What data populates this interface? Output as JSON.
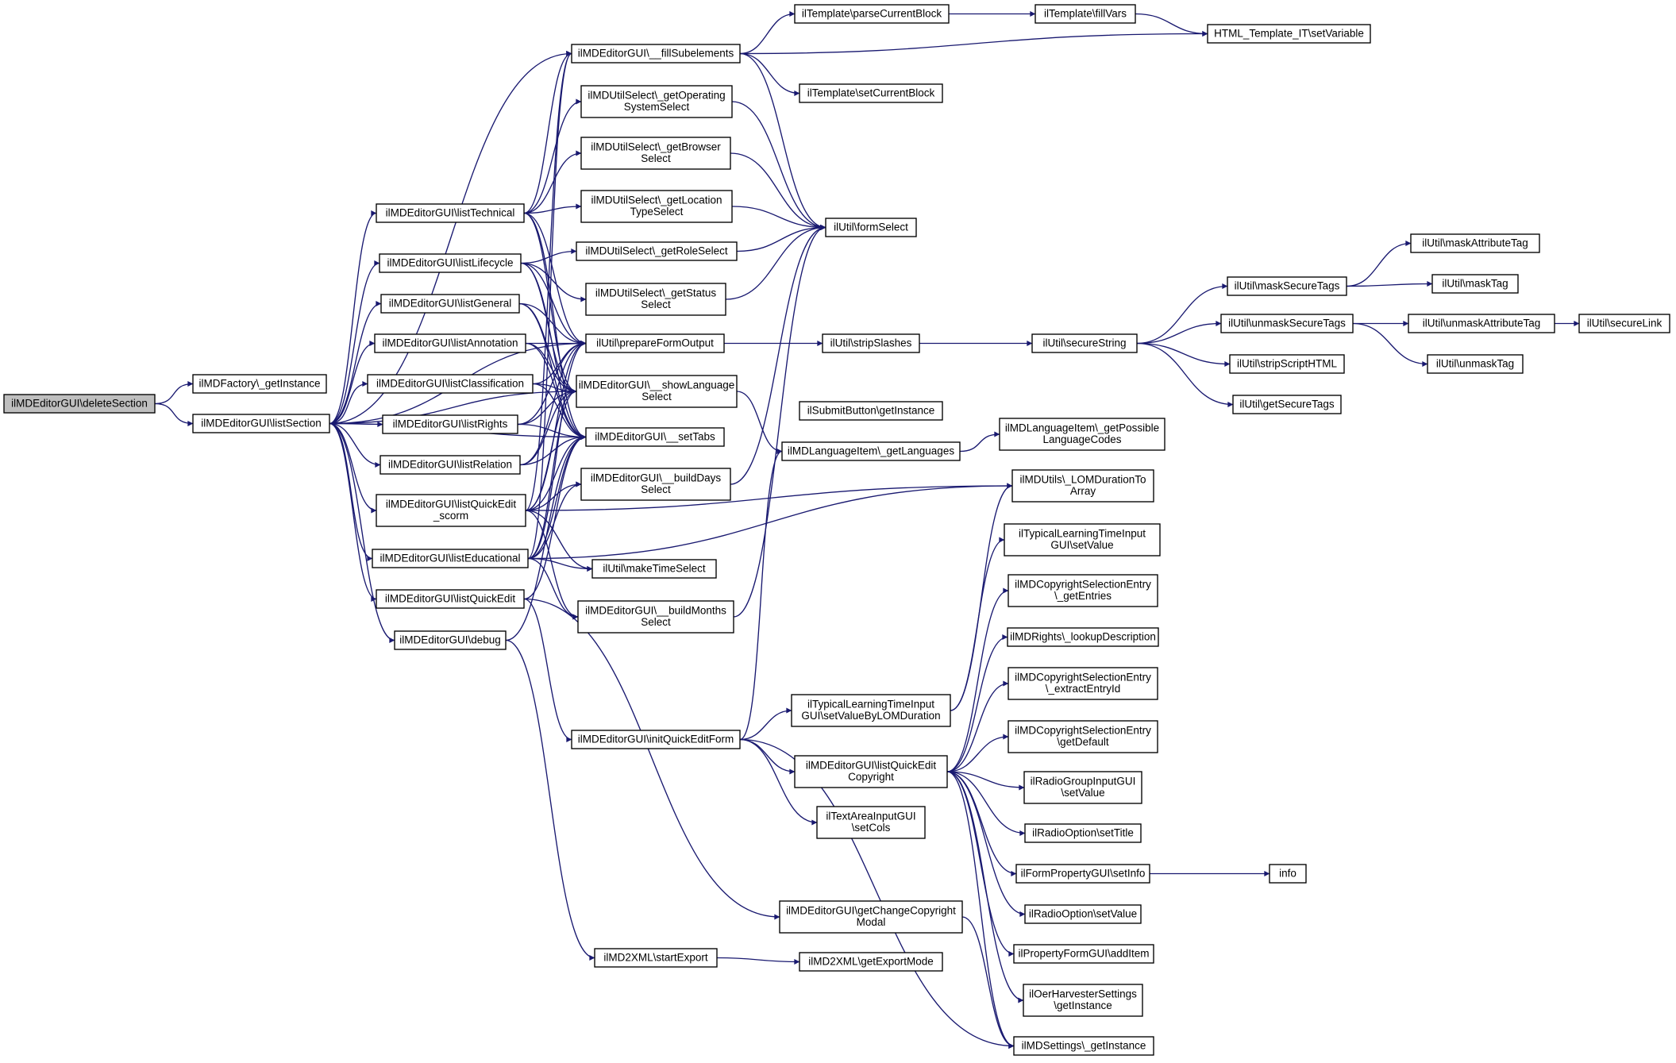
{
  "diagram": {
    "type": "call-graph",
    "root": "delete_section",
    "colors": {
      "edge": "#191970",
      "node_border": "#000000",
      "node_fill": "#ffffff",
      "root_fill": "#bfbfbf",
      "text": "#000000"
    },
    "nodes": [
      {
        "id": "delete_section",
        "lines": [
          "ilMDEditorGUI\\deleteSection"
        ]
      },
      {
        "id": "factory_get_instance",
        "lines": [
          "ilMDFactory\\_getInstance"
        ]
      },
      {
        "id": "list_section",
        "lines": [
          "ilMDEditorGUI\\listSection"
        ]
      },
      {
        "id": "list_technical",
        "lines": [
          "ilMDEditorGUI\\listTechnical"
        ]
      },
      {
        "id": "list_lifecycle",
        "lines": [
          "ilMDEditorGUI\\listLifecycle"
        ]
      },
      {
        "id": "list_general",
        "lines": [
          "ilMDEditorGUI\\listGeneral"
        ]
      },
      {
        "id": "list_annotation",
        "lines": [
          "ilMDEditorGUI\\listAnnotation"
        ]
      },
      {
        "id": "list_classification",
        "lines": [
          "ilMDEditorGUI\\listClassification"
        ]
      },
      {
        "id": "list_rights",
        "lines": [
          "ilMDEditorGUI\\listRights"
        ]
      },
      {
        "id": "list_relation",
        "lines": [
          "ilMDEditorGUI\\listRelation"
        ]
      },
      {
        "id": "list_quick_edit_scorm",
        "lines": [
          "ilMDEditorGUI\\listQuickEdit",
          "_scorm"
        ]
      },
      {
        "id": "list_educational",
        "lines": [
          "ilMDEditorGUI\\listEducational"
        ]
      },
      {
        "id": "list_quick_edit",
        "lines": [
          "ilMDEditorGUI\\listQuickEdit"
        ]
      },
      {
        "id": "debug",
        "lines": [
          "ilMDEditorGUI\\debug"
        ]
      },
      {
        "id": "fill_subelements",
        "lines": [
          "ilMDEditorGUI\\__fillSubelements"
        ]
      },
      {
        "id": "get_os_select",
        "lines": [
          "ilMDUtilSelect\\_getOperating",
          "SystemSelect"
        ]
      },
      {
        "id": "get_browser_select",
        "lines": [
          "ilMDUtilSelect\\_getBrowser",
          "Select"
        ]
      },
      {
        "id": "get_location_select",
        "lines": [
          "ilMDUtilSelect\\_getLocation",
          "TypeSelect"
        ]
      },
      {
        "id": "get_role_select",
        "lines": [
          "ilMDUtilSelect\\_getRoleSelect"
        ]
      },
      {
        "id": "get_status_select",
        "lines": [
          "ilMDUtilSelect\\_getStatus",
          "Select"
        ]
      },
      {
        "id": "prepare_form_output",
        "lines": [
          "ilUtil\\prepareFormOutput"
        ]
      },
      {
        "id": "show_language_select",
        "lines": [
          "ilMDEditorGUI\\__showLanguage",
          "Select"
        ]
      },
      {
        "id": "set_tabs",
        "lines": [
          "ilMDEditorGUI\\__setTabs"
        ]
      },
      {
        "id": "build_days_select",
        "lines": [
          "ilMDEditorGUI\\__buildDays",
          "Select"
        ]
      },
      {
        "id": "make_time_select",
        "lines": [
          "ilUtil\\makeTimeSelect"
        ]
      },
      {
        "id": "build_months_select",
        "lines": [
          "ilMDEditorGUI\\__buildMonths",
          "Select"
        ]
      },
      {
        "id": "init_quick_edit_form",
        "lines": [
          "ilMDEditorGUI\\initQuickEditForm"
        ]
      },
      {
        "id": "md2xml_start_export",
        "lines": [
          "ilMD2XML\\startExport"
        ]
      },
      {
        "id": "tpl_parse_current_block",
        "lines": [
          "ilTemplate\\parseCurrentBlock"
        ]
      },
      {
        "id": "tpl_set_current_block",
        "lines": [
          "ilTemplate\\setCurrentBlock"
        ]
      },
      {
        "id": "tpl_fill_vars",
        "lines": [
          "ilTemplate\\fillVars"
        ]
      },
      {
        "id": "html_tpl_set_variable",
        "lines": [
          "HTML_Template_IT\\setVariable"
        ]
      },
      {
        "id": "form_select",
        "lines": [
          "ilUtil\\formSelect"
        ]
      },
      {
        "id": "strip_slashes",
        "lines": [
          "ilUtil\\stripSlashes"
        ]
      },
      {
        "id": "submit_button_get_instance",
        "lines": [
          "ilSubmitButton\\getInstance"
        ]
      },
      {
        "id": "language_item_get_languages",
        "lines": [
          "ilMDLanguageItem\\_getLanguages"
        ]
      },
      {
        "id": "tlt_set_value_by_lom",
        "lines": [
          "ilTypicalLearningTimeInput",
          "GUI\\setValueByLOMDuration"
        ]
      },
      {
        "id": "list_quick_edit_copyright",
        "lines": [
          "ilMDEditorGUI\\listQuickEdit",
          "Copyright"
        ]
      },
      {
        "id": "textarea_set_cols",
        "lines": [
          "ilTextAreaInputGUI",
          "\\setCols"
        ]
      },
      {
        "id": "get_change_copyright_modal",
        "lines": [
          "ilMDEditorGUI\\getChangeCopyright",
          "Modal"
        ]
      },
      {
        "id": "md2xml_get_export_mode",
        "lines": [
          "ilMD2XML\\getExportMode"
        ]
      },
      {
        "id": "secure_string",
        "lines": [
          "ilUtil\\secureString"
        ]
      },
      {
        "id": "mask_secure_tags",
        "lines": [
          "ilUtil\\maskSecureTags"
        ]
      },
      {
        "id": "unmask_secure_tags",
        "lines": [
          "ilUtil\\unmaskSecureTags"
        ]
      },
      {
        "id": "strip_script_html",
        "lines": [
          "ilUtil\\stripScriptHTML"
        ]
      },
      {
        "id": "get_secure_tags",
        "lines": [
          "ilUtil\\getSecureTags"
        ]
      },
      {
        "id": "mask_attribute_tag",
        "lines": [
          "ilUtil\\maskAttributeTag"
        ]
      },
      {
        "id": "mask_tag",
        "lines": [
          "ilUtil\\maskTag"
        ]
      },
      {
        "id": "unmask_attribute_tag",
        "lines": [
          "ilUtil\\unmaskAttributeTag"
        ]
      },
      {
        "id": "unmask_tag",
        "lines": [
          "ilUtil\\unmaskTag"
        ]
      },
      {
        "id": "secure_link",
        "lines": [
          "ilUtil\\secureLink"
        ]
      },
      {
        "id": "language_item_possible_codes",
        "lines": [
          "ilMDLanguageItem\\_getPossible",
          "LanguageCodes"
        ]
      },
      {
        "id": "lom_duration_to_array",
        "lines": [
          "ilMDUtils\\_LOMDurationTo",
          "Array"
        ]
      },
      {
        "id": "tlt_set_value",
        "lines": [
          "ilTypicalLearningTimeInput",
          "GUI\\setValue"
        ]
      },
      {
        "id": "copyright_get_entries",
        "lines": [
          "ilMDCopyrightSelectionEntry",
          "\\_getEntries"
        ]
      },
      {
        "id": "rights_lookup_description",
        "lines": [
          "ilMDRights\\_lookupDescription"
        ]
      },
      {
        "id": "copyright_extract_entry_id",
        "lines": [
          "ilMDCopyrightSelectionEntry",
          "\\_extractEntryId"
        ]
      },
      {
        "id": "copyright_get_default",
        "lines": [
          "ilMDCopyrightSelectionEntry",
          "\\getDefault"
        ]
      },
      {
        "id": "radio_group_set_value",
        "lines": [
          "ilRadioGroupInputGUI",
          "\\setValue"
        ]
      },
      {
        "id": "radio_option_set_title",
        "lines": [
          "ilRadioOption\\setTitle"
        ]
      },
      {
        "id": "form_property_set_info",
        "lines": [
          "ilFormPropertyGUI\\setInfo"
        ]
      },
      {
        "id": "radio_option_set_value",
        "lines": [
          "ilRadioOption\\setValue"
        ]
      },
      {
        "id": "property_form_add_item",
        "lines": [
          "ilPropertyFormGUI\\addItem"
        ]
      },
      {
        "id": "oer_harvester_get_instance",
        "lines": [
          "ilOerHarvesterSettings",
          "\\getInstance"
        ]
      },
      {
        "id": "md_settings_get_instance",
        "lines": [
          "ilMDSettings\\_getInstance"
        ]
      },
      {
        "id": "info",
        "lines": [
          "info"
        ]
      }
    ]
  }
}
